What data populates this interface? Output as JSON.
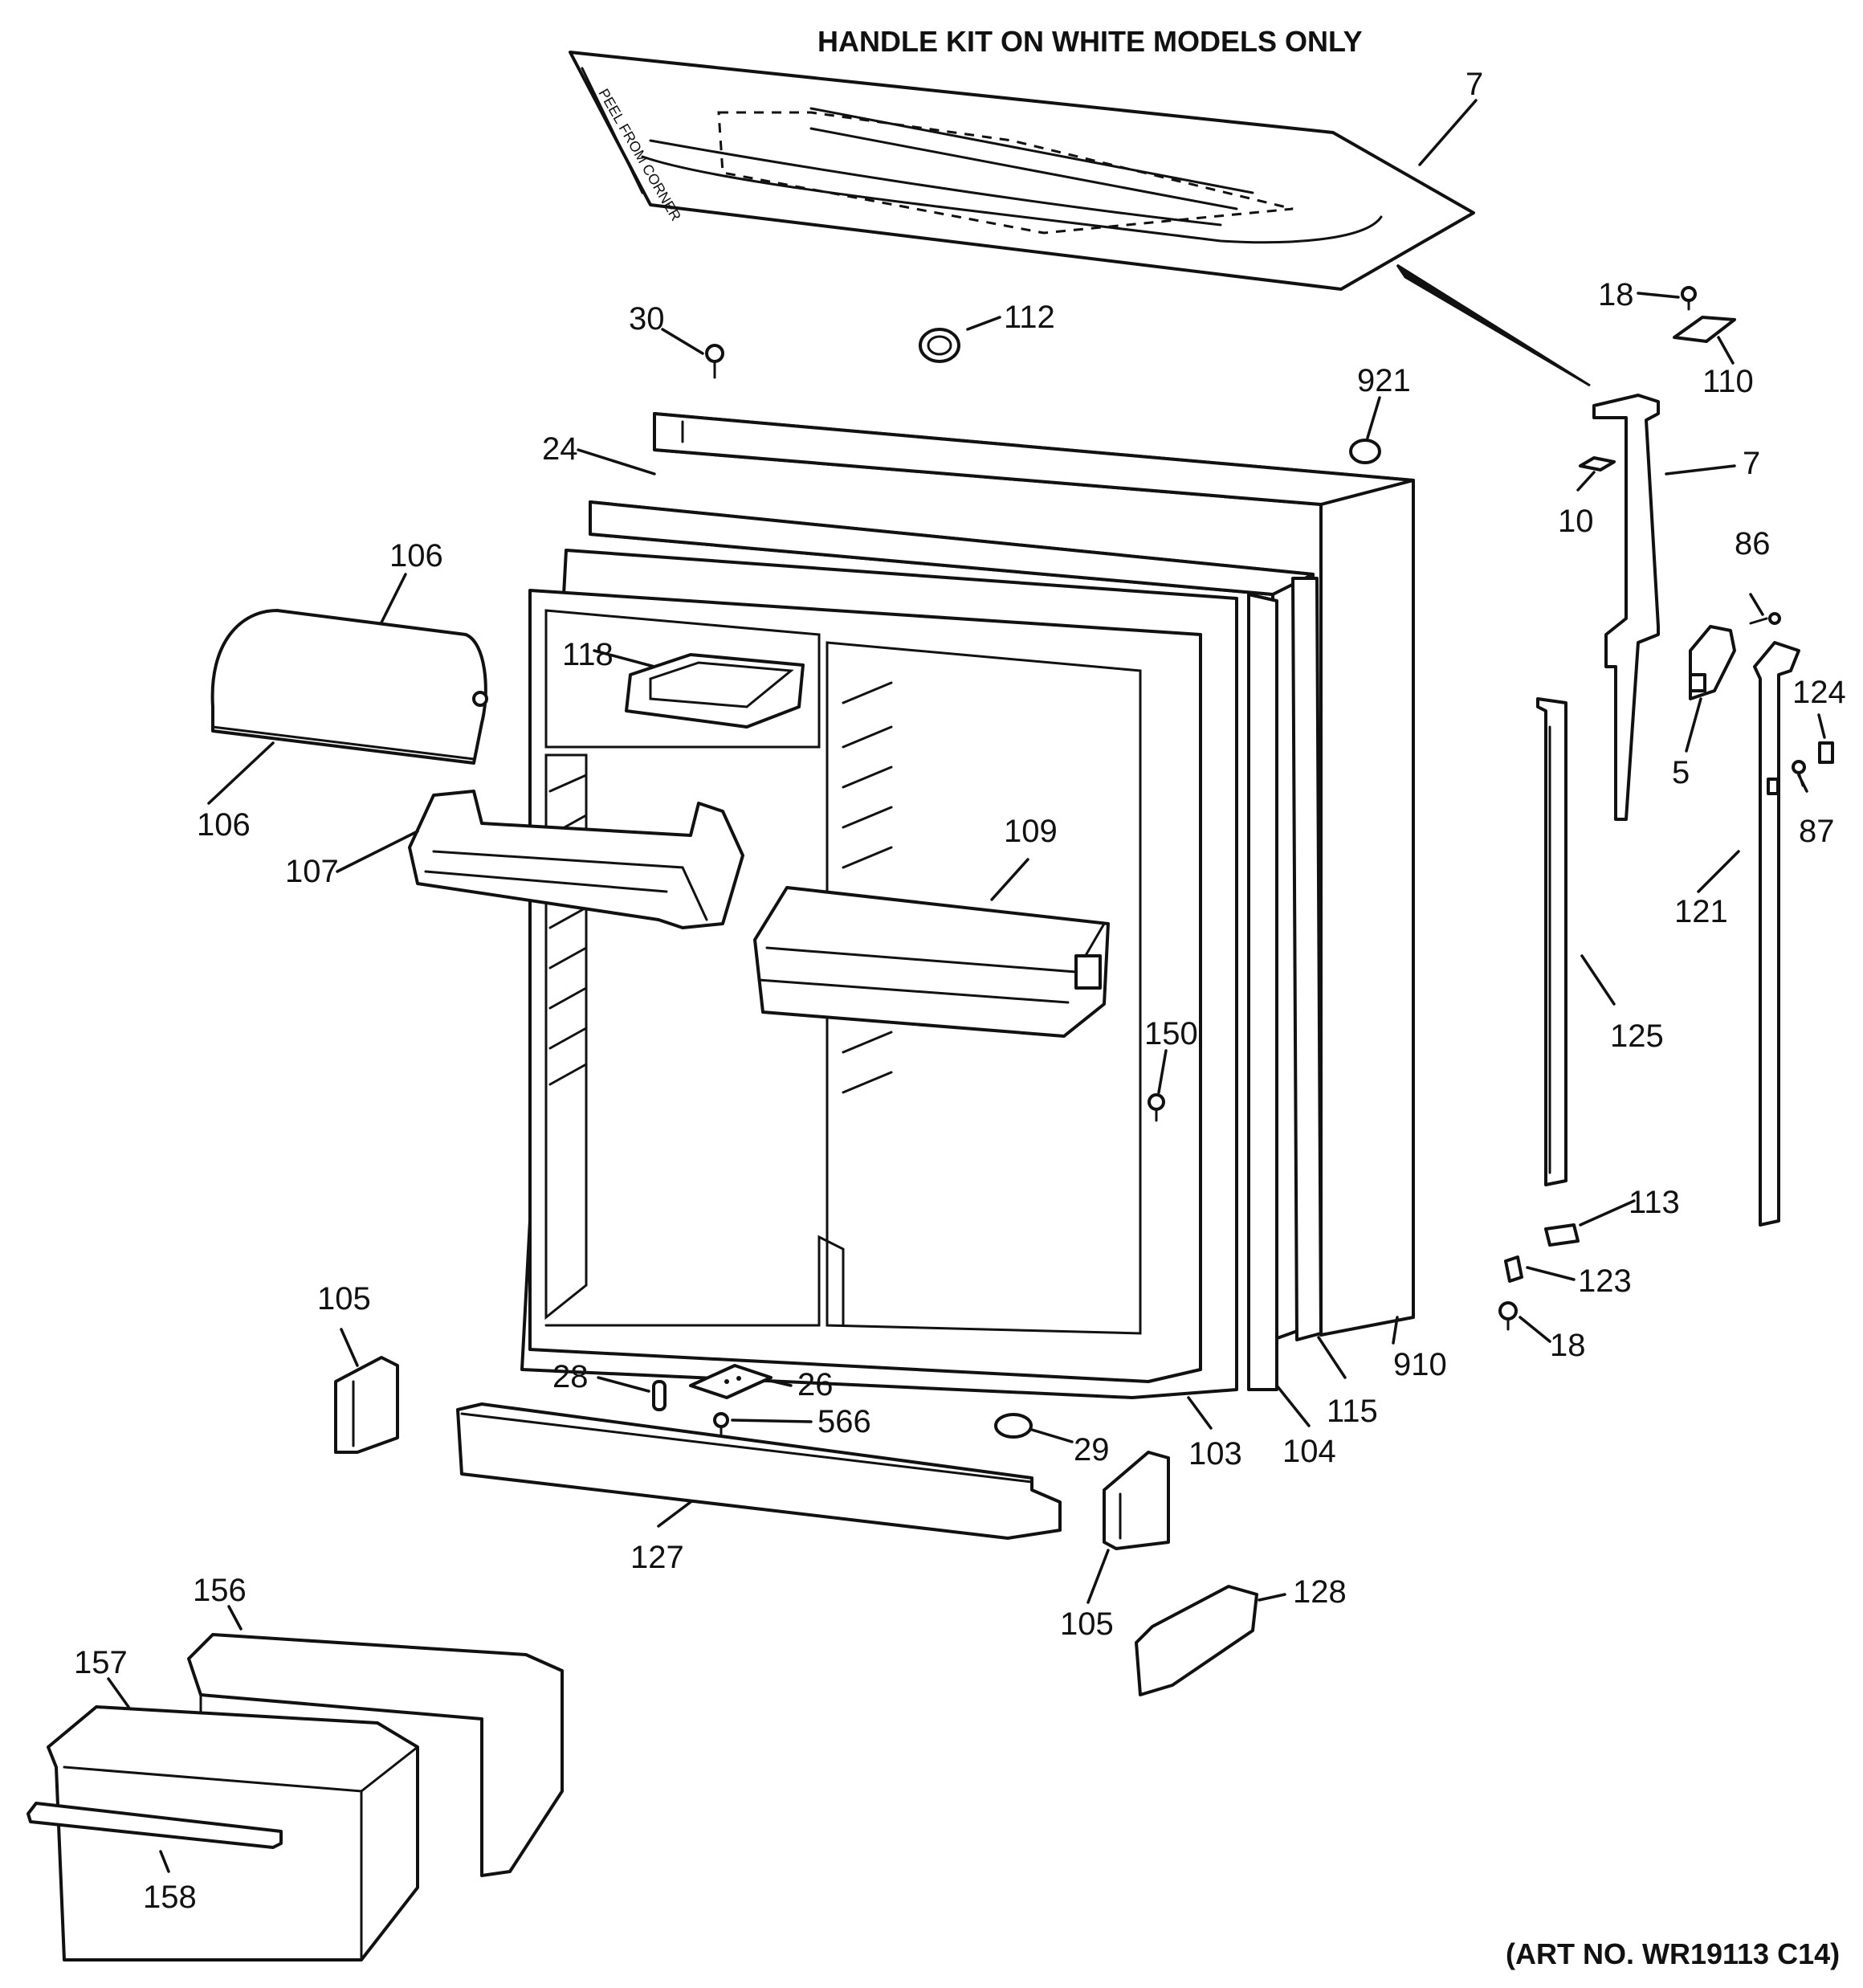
{
  "header": "HANDLE KIT ON WHITE MODELS ONLY",
  "art_number": "(ART NO. WR19113 C14)",
  "handle_kit_note": "PEEL FROM CORNER",
  "callouts": [
    {
      "id": "lbl-7a",
      "text": "7"
    },
    {
      "id": "lbl-30",
      "text": "30"
    },
    {
      "id": "lbl-112",
      "text": "112"
    },
    {
      "id": "lbl-18a",
      "text": "18"
    },
    {
      "id": "lbl-110",
      "text": "110"
    },
    {
      "id": "lbl-921",
      "text": "921"
    },
    {
      "id": "lbl-24",
      "text": "24"
    },
    {
      "id": "lbl-7b",
      "text": "7"
    },
    {
      "id": "lbl-10",
      "text": "10"
    },
    {
      "id": "lbl-106a",
      "text": "106"
    },
    {
      "id": "lbl-86",
      "text": "86"
    },
    {
      "id": "lbl-118",
      "text": "118"
    },
    {
      "id": "lbl-124",
      "text": "124"
    },
    {
      "id": "lbl-5",
      "text": "5"
    },
    {
      "id": "lbl-106b",
      "text": "106"
    },
    {
      "id": "lbl-87",
      "text": "87"
    },
    {
      "id": "lbl-109",
      "text": "109"
    },
    {
      "id": "lbl-107",
      "text": "107"
    },
    {
      "id": "lbl-121",
      "text": "121"
    },
    {
      "id": "lbl-125",
      "text": "125"
    },
    {
      "id": "lbl-150",
      "text": "150"
    },
    {
      "id": "lbl-113",
      "text": "113"
    },
    {
      "id": "lbl-123",
      "text": "123"
    },
    {
      "id": "lbl-105a",
      "text": "105"
    },
    {
      "id": "lbl-18b",
      "text": "18"
    },
    {
      "id": "lbl-910",
      "text": "910"
    },
    {
      "id": "lbl-28",
      "text": "28"
    },
    {
      "id": "lbl-26",
      "text": "26"
    },
    {
      "id": "lbl-115",
      "text": "115"
    },
    {
      "id": "lbl-566",
      "text": "566"
    },
    {
      "id": "lbl-29",
      "text": "29"
    },
    {
      "id": "lbl-103",
      "text": "103"
    },
    {
      "id": "lbl-104",
      "text": "104"
    },
    {
      "id": "lbl-127",
      "text": "127"
    },
    {
      "id": "lbl-128",
      "text": "128"
    },
    {
      "id": "lbl-105b",
      "text": "105"
    },
    {
      "id": "lbl-156",
      "text": "156"
    },
    {
      "id": "lbl-157",
      "text": "157"
    },
    {
      "id": "lbl-158",
      "text": "158"
    }
  ]
}
